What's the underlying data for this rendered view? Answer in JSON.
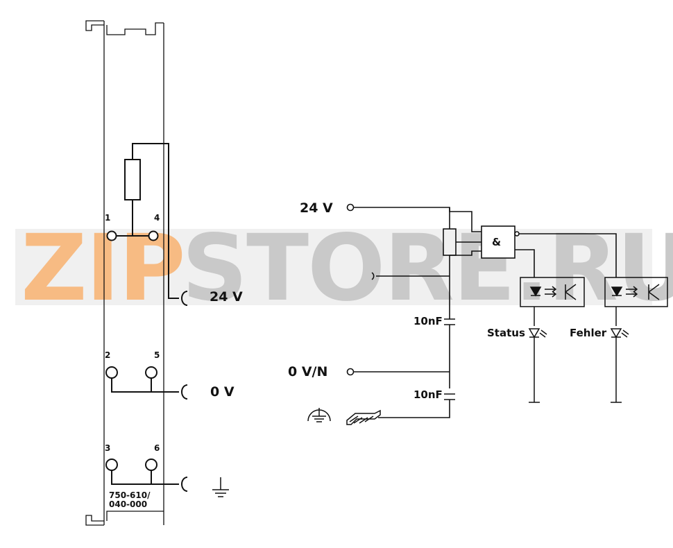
{
  "module": {
    "part_number_line1": "750-610/",
    "part_number_line2": "040-000",
    "terminals": [
      "1",
      "4",
      "2",
      "5",
      "3",
      "6"
    ]
  },
  "labels": {
    "left_24v": "24 V",
    "left_0v": "0 V",
    "right_24v": "24 V",
    "right_0v": "0 V/N",
    "cap_top": "10nF",
    "cap_bottom": "10nF",
    "and_gate": "&",
    "status": "Status",
    "fehler": "Fehler"
  },
  "watermark": {
    "part1": "ZIP",
    "part2": "STORE.RU",
    "color1": "#f5a55a",
    "color2": "#b8b8b8"
  },
  "colors": {
    "line": "#111111",
    "background": "#ffffff"
  }
}
